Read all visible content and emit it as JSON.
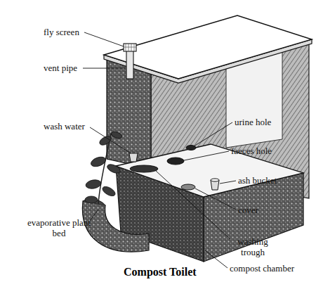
{
  "diagram": {
    "title": "Compost Toilet",
    "labels": [
      "fly screen",
      "vent pipe",
      "wash water",
      "evaporative plant bed",
      "urine hole",
      "faeces hole",
      "ash bucket",
      "cover",
      "washing trough",
      "compost chamber"
    ]
  }
}
